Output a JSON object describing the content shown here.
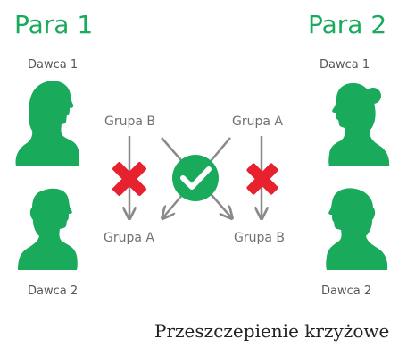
{
  "pairs": [
    {
      "title": "Para 1",
      "donor_top": "Dawca 1",
      "donor_bottom": "Dawca 2"
    },
    {
      "title": "Para 2",
      "donor_top": "Dawca 1",
      "donor_bottom": "Dawca 2"
    }
  ],
  "groups": {
    "top_left": "Grupa B",
    "top_right": "Grupa A",
    "bottom_left": "Grupa A",
    "bottom_right": "Grupa B"
  },
  "caption": "Przeszczepienie krzyżowe",
  "icons": {
    "person": "person-silhouette-icon",
    "invalid": "red-x-icon",
    "valid": "green-check-icon"
  },
  "colors": {
    "green": "#1aaa5c",
    "red": "#e8212e",
    "arrow": "#8a8a8a"
  }
}
